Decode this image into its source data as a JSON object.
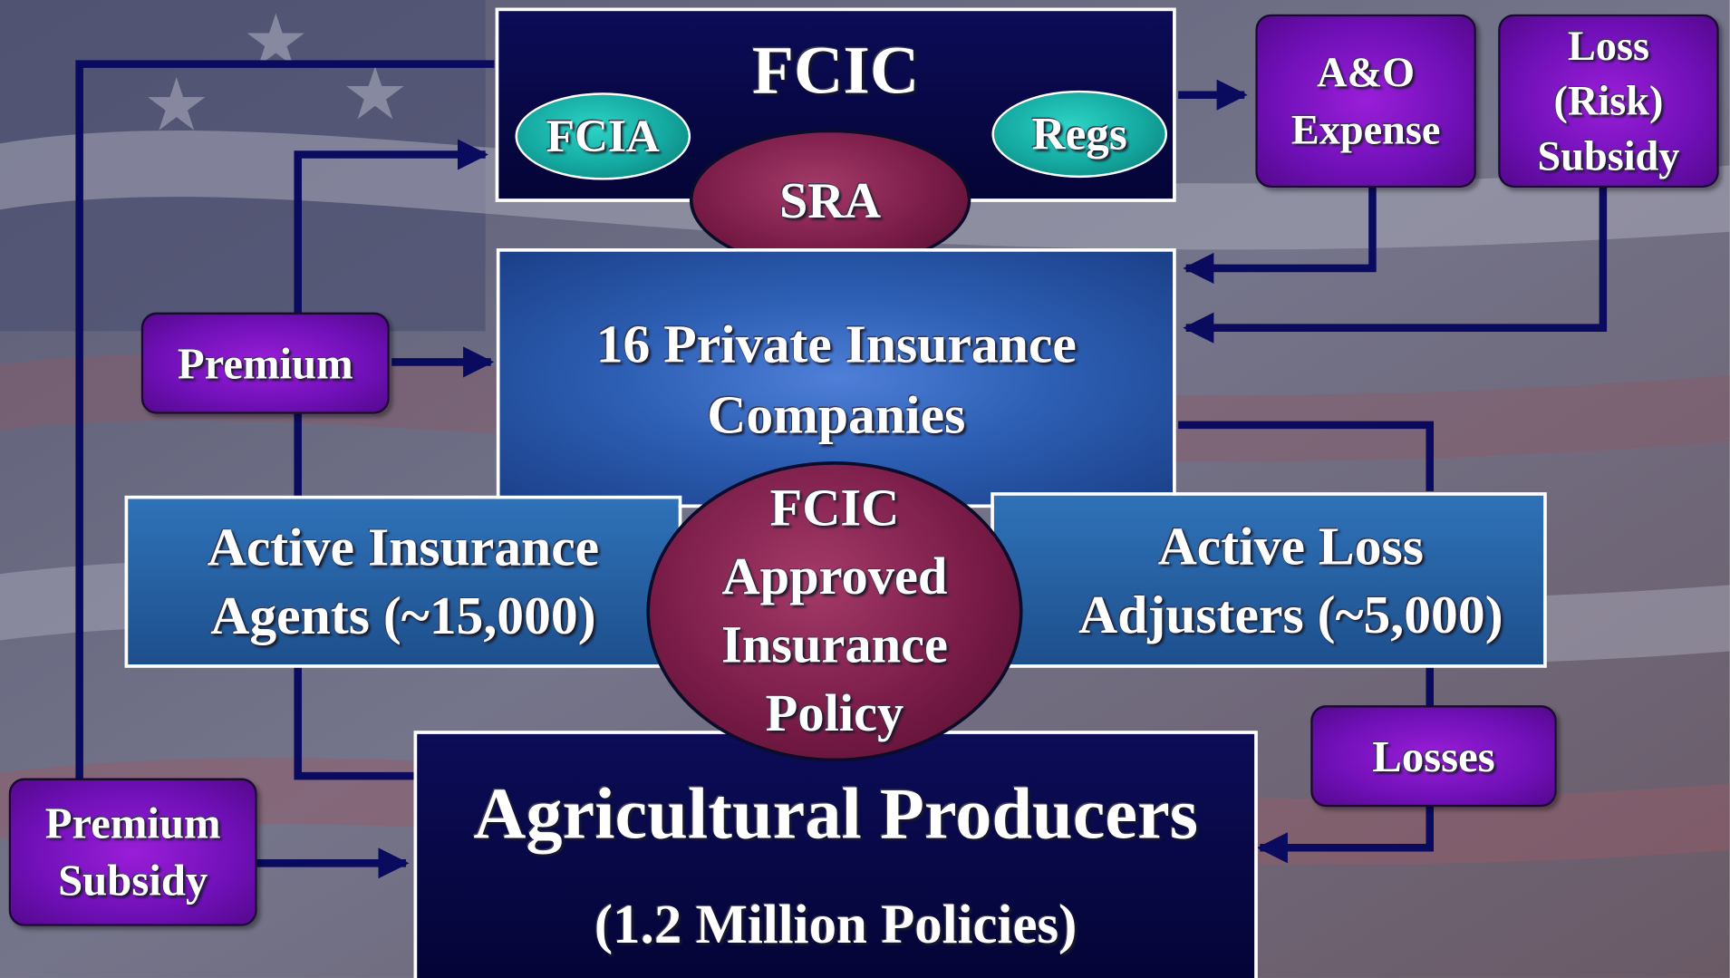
{
  "colors": {
    "connector": "#0a0a5e",
    "navy_box": "#07074a",
    "blue_box": "#2d5fb4",
    "purple_box": "#7a12c4",
    "teal_oval": "#14a8a0",
    "maroon_oval": "#7a1c48",
    "text": "#ffffff"
  },
  "fcic": {
    "title": "FCIC"
  },
  "fcia": {
    "label": "FCIA"
  },
  "regs": {
    "label": "Regs"
  },
  "sra": {
    "label": "SRA"
  },
  "ao_expense": {
    "lines": [
      "A&O",
      "Expense"
    ]
  },
  "loss_subsidy": {
    "lines": [
      "Loss",
      "(Risk)",
      "Subsidy"
    ]
  },
  "premium": {
    "label": "Premium"
  },
  "companies": {
    "lines": [
      "16 Private Insurance",
      "Companies"
    ]
  },
  "agents": {
    "lines": [
      "Active Insurance",
      "Agents (~15,000)"
    ]
  },
  "policy": {
    "lines": [
      "FCIC",
      "Approved",
      "Insurance",
      "Policy"
    ]
  },
  "adjusters": {
    "lines": [
      "Active Loss",
      "Adjusters (~5,000)"
    ]
  },
  "losses": {
    "label": "Losses"
  },
  "premium_subsidy": {
    "lines": [
      "Premium",
      "Subsidy"
    ]
  },
  "producers": {
    "title": "Agricultural Producers",
    "subtitle": "(1.2 Million Policies)"
  }
}
